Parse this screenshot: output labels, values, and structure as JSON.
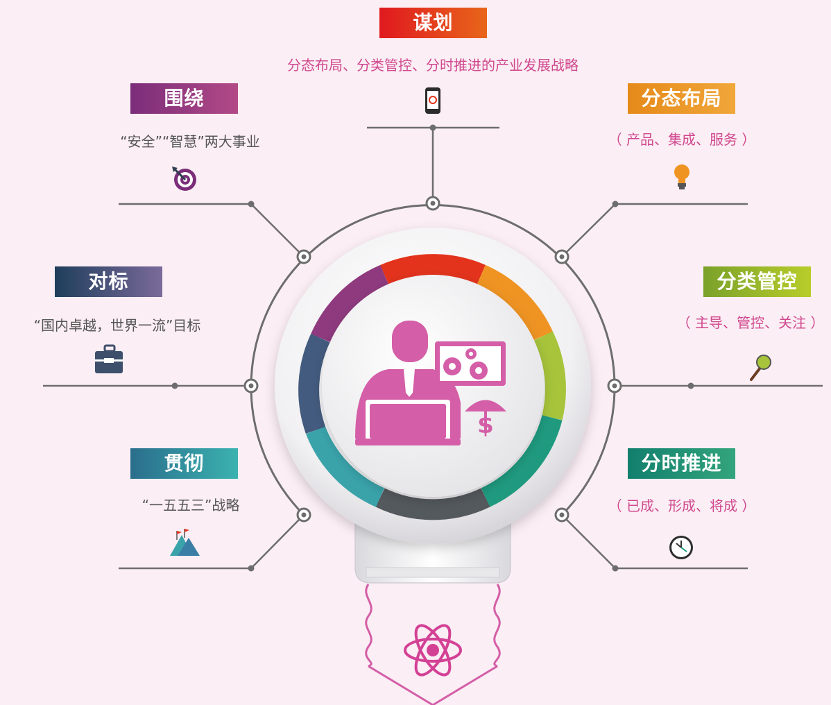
{
  "top": {
    "title": "谋划",
    "subtitle": "分态布局、分类管控、分时推进的产业发展战略"
  },
  "left": [
    {
      "title": "围绕",
      "desc": "“安全”“智慧”两大事业",
      "icon": "target-icon"
    },
    {
      "title": "对标",
      "desc": "“国内卓越，世界一流”目标",
      "icon": "briefcase-icon"
    },
    {
      "title": "贯彻",
      "desc": "“一五五三”战略",
      "icon": "mountain-icon"
    }
  ],
  "right": [
    {
      "title": "分态布局",
      "desc": "（ 产品、集成、服务 ）",
      "icon": "lightbulb-icon"
    },
    {
      "title": "分类管控",
      "desc": "（ 主导、管控、关注 ）",
      "icon": "magnifier-icon"
    },
    {
      "title": "分时推进",
      "desc": "（ 已成、形成、将成 ）",
      "icon": "clock-icon"
    }
  ],
  "colors": {
    "background": "#fbeef4",
    "pink": "#d45ea7",
    "line": "#707070",
    "title_top": [
      "#e0191f",
      "#e8651a"
    ],
    "left_tags": [
      [
        "#7b2d7a",
        "#b24a86"
      ],
      [
        "#1f3e5c",
        "#7a6a9a"
      ],
      [
        "#2a6e8c",
        "#3bb2b0"
      ]
    ],
    "right_tags": [
      [
        "#e58a1a",
        "#f1a73a"
      ],
      [
        "#7aa12a",
        "#b8cd2a"
      ],
      [
        "#127f6e",
        "#33a47c"
      ]
    ]
  }
}
